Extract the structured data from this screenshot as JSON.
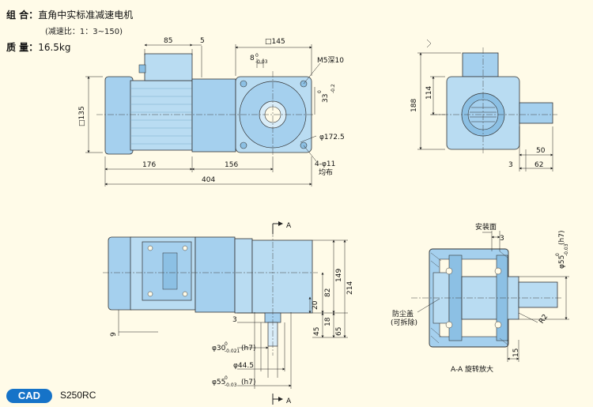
{
  "header": {
    "combo_label": "组 合：",
    "combo_value": "直角中实标准减速电机",
    "ratio_note": "(减速比：1：3~150)",
    "mass_label": "质 量：",
    "mass_value": "16.5kg"
  },
  "dims": {
    "d85": "85",
    "d5": "5",
    "sq145": "□145",
    "d8": "8",
    "d8_tol": "0",
    "d8_tol2": "-0.03",
    "m5": "M5深10",
    "d33": "33",
    "d33_tol": "0",
    "d33_tol2": "-0.2",
    "sq135": "□135",
    "phi172": "φ172.5",
    "holes": "4-φ11",
    "holes_note": "均布",
    "d176": "176",
    "d156": "156",
    "d404": "404",
    "d188": "188",
    "d114": "114",
    "d50": "50",
    "d3a": "3",
    "d62": "62",
    "sectionA": "A",
    "d149": "149",
    "d214": "214",
    "d82": "82",
    "d20": "20",
    "d18": "18",
    "d45": "45",
    "d65": "65",
    "d3b": "3",
    "d9": "9",
    "phi30": "φ30",
    "phi30_tol": "0",
    "phi30_tol2": "-0.021",
    "phi30_fit": "(h7)",
    "phi44": "φ44.5",
    "phi55": "φ55",
    "phi55_tol": "0",
    "phi55_tol2": "-0.03",
    "phi55_fit": "(h7)",
    "mount_face": "安装面",
    "d3c": "3",
    "phi55r": "φ55",
    "phi55r_tol": "0",
    "phi55r_tol2": "-0.03",
    "phi55r_fit": "(h7)",
    "r2": "R2",
    "d15": "15",
    "dust_cover": "防尘盖",
    "removable": "(可拆除)",
    "aa_label": "A-A 旋转放大"
  },
  "footer": {
    "cad_badge": "CAD",
    "model": "S250RC"
  },
  "colors": {
    "body": "#b9dcf2",
    "body_dark": "#8cc0e4",
    "body_mid": "#a5d0ee",
    "line": "#333333",
    "badge": "#1673c8"
  }
}
